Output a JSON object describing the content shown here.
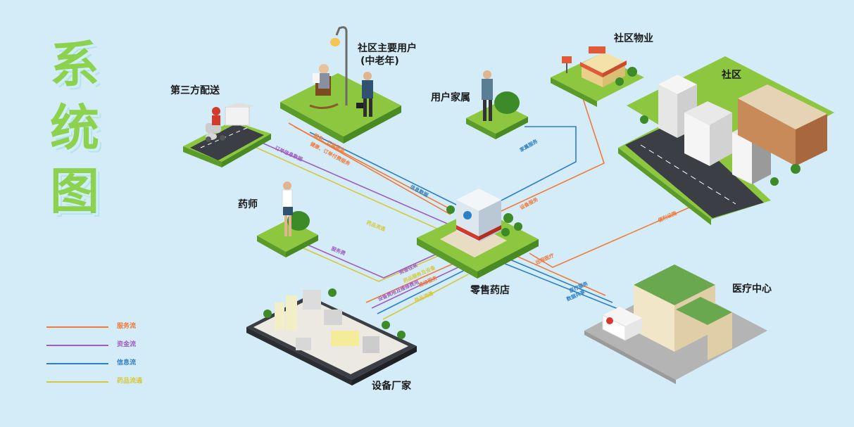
{
  "title": [
    "系",
    "统",
    "图"
  ],
  "nodes": {
    "retail_pharmacy": "零售药店",
    "third_party_delivery": "第三方配送",
    "community_main_users": "社区主要用户",
    "community_main_users_sub": "(中老年)",
    "user_family": "用户家属",
    "community_property": "社区物业",
    "community": "社区",
    "pharmacist": "药师",
    "equipment_maker": "设备厂家",
    "medical_center": "医疗中心"
  },
  "legend": [
    {
      "label": "服务流",
      "color": "#f07a3a"
    },
    {
      "label": "资金流",
      "color": "#a05cc0"
    },
    {
      "label": "信息流",
      "color": "#2f7fc4"
    },
    {
      "label": "药品流通",
      "color": "#d6c83c"
    }
  ],
  "flow_labels": {
    "delivery": "订单信息数据",
    "users_a": "服务、订单服务",
    "users_b": "健康、订单付费服务",
    "family": "家属服务",
    "users_info": "信息数据",
    "pharmacy_service": "设备服务",
    "pharmacist_flow": "药品流通",
    "pharmacist_fee": "服务费",
    "equip_a": "药品流通",
    "equip_b": "设备费用及维修费用",
    "equip_c": "资金往来",
    "equip_d": "药品服务及设备",
    "equip_e": "维修服务",
    "community_flow": "便利设施",
    "medical_a": "医疗服务",
    "medical_b": "数据共享",
    "medical_c": "远程医疗"
  },
  "colors": {
    "background": "#d4ecf8",
    "grass": "#8dc63f",
    "grass_side": "#5a9b2a",
    "title_green": "#8dd24f"
  }
}
